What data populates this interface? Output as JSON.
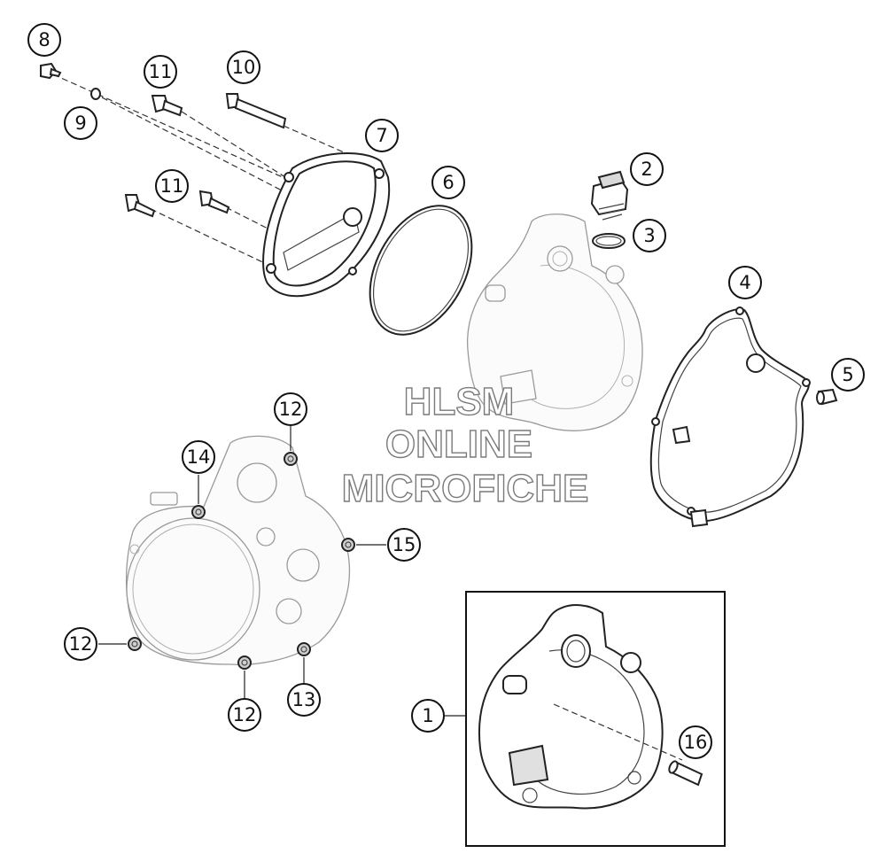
{
  "callouts": [
    {
      "id": "c8",
      "label": "8"
    },
    {
      "id": "c9",
      "label": "9"
    },
    {
      "id": "c11a",
      "label": "11"
    },
    {
      "id": "c10",
      "label": "10"
    },
    {
      "id": "c7",
      "label": "7"
    },
    {
      "id": "c11b",
      "label": "11"
    },
    {
      "id": "c6",
      "label": "6"
    },
    {
      "id": "c2",
      "label": "2"
    },
    {
      "id": "c3",
      "label": "3"
    },
    {
      "id": "c4",
      "label": "4"
    },
    {
      "id": "c5",
      "label": "5"
    },
    {
      "id": "c12a",
      "label": "12"
    },
    {
      "id": "c14",
      "label": "14"
    },
    {
      "id": "c15",
      "label": "15"
    },
    {
      "id": "c12b",
      "label": "12"
    },
    {
      "id": "c12c",
      "label": "12"
    },
    {
      "id": "c13",
      "label": "13"
    },
    {
      "id": "c1",
      "label": "1"
    },
    {
      "id": "c16",
      "label": "16"
    }
  ],
  "watermark": {
    "line1": "HLSM",
    "line2": "ONLINE",
    "line3": "MICROFICHE"
  }
}
